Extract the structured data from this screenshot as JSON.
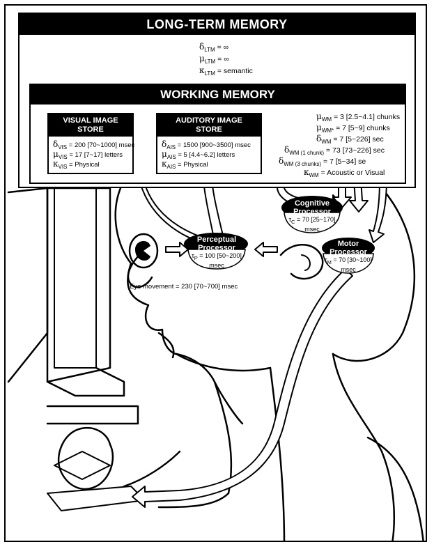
{
  "long_term_memory": {
    "title": "LONG-TERM MEMORY",
    "delta": "δ",
    "delta_sub": "LTM",
    "delta_val": "= ∞",
    "mu": "μ",
    "mu_sub": "LTM",
    "mu_val": "= ∞",
    "kappa": "κ",
    "kappa_sub": "LTM",
    "kappa_val": "= semantic"
  },
  "working_memory": {
    "title": "WORKING MEMORY",
    "params": [
      {
        "sym": "μ",
        "sub": "WM",
        "val": "= 3 [2.5~4.1] chunks"
      },
      {
        "sym": "μ",
        "sub": "WM*",
        "val": "= 7 [5~9] chunks"
      },
      {
        "sym": "δ",
        "sub": "WM",
        "val": "= 7 [5~226] sec"
      },
      {
        "sym": "δ",
        "sub": "WM (1 chunk)",
        "val": "= 73 [73~226] sec"
      },
      {
        "sym": "δ",
        "sub": "WM (3 chunks)",
        "val": "= 7 [5~34] se"
      },
      {
        "sym": "κ",
        "sub": "WM",
        "val": "= Acoustic or Visual"
      }
    ]
  },
  "visual_store": {
    "title_line1": "VISUAL IMAGE",
    "title_line2": "STORE",
    "params": [
      {
        "sym": "δ",
        "sub": "VIS",
        "val": "= 200 [70~1000] msec"
      },
      {
        "sym": "μ",
        "sub": "VIS",
        "val": "= 17 [7~17] letters"
      },
      {
        "sym": "κ",
        "sub": "VIS",
        "val": "= Physical"
      }
    ]
  },
  "auditory_store": {
    "title_line1": "AUDITORY IMAGE",
    "title_line2": "STORE",
    "params": [
      {
        "sym": "δ",
        "sub": "AIS",
        "val": "= 1500 [900~3500] msec"
      },
      {
        "sym": "μ",
        "sub": "AIS",
        "val": "= 5 [4.4~6.2] letters"
      },
      {
        "sym": "κ",
        "sub": "AIS",
        "val": "= Physical"
      }
    ]
  },
  "cognitive_processor": {
    "name_line1": "Cognitive",
    "name_line2": "Processor",
    "tau": "τ",
    "tau_sub": "C",
    "tau_val": "= 70 [25~170]",
    "tau_unit": "msec"
  },
  "perceptual_processor": {
    "name_line1": "Perceptual",
    "name_line2": "Processor",
    "tau": "τ",
    "tau_sub": "P",
    "tau_val": "= 100 [50~200]",
    "tau_unit": "msec"
  },
  "motor_processor": {
    "name_line1": "Motor",
    "name_line2": "Processor",
    "tau": "τ",
    "tau_sub": "M",
    "tau_val": "= 70 [30~100]",
    "tau_unit": "msec"
  },
  "eye_movement": "Eye movement = 230 [70~700] msec"
}
